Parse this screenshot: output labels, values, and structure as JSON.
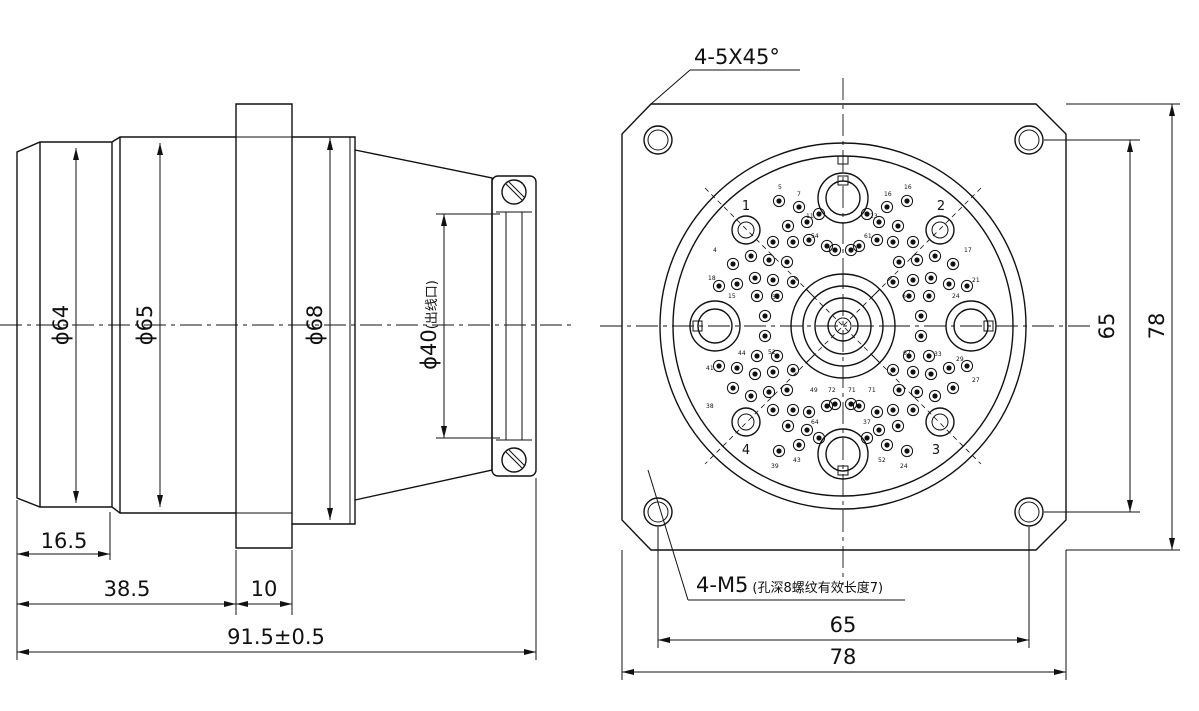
{
  "side_view": {
    "dia_64": "ϕ64",
    "dia_65": "ϕ65",
    "dia_68": "ϕ68",
    "dia_40": "ϕ40",
    "dia_40_note": "(出线口)",
    "len_16_5": "16.5",
    "len_38_5": "38.5",
    "len_10": "10",
    "len_total": "91.5±0.5"
  },
  "front_view": {
    "chamfer": "4-5X45°",
    "thread_main": "4-M5",
    "thread_note": "(孔深8螺纹有效长度7)",
    "width_inner": "65",
    "width_outer": "78",
    "height_inner": "65",
    "height_outer": "78",
    "quadrant_labels": [
      "1",
      "2",
      "3",
      "4"
    ],
    "pin_labels": [
      "5",
      "7",
      "11",
      "16",
      "16",
      "23",
      "54",
      "61",
      "4",
      "17",
      "18",
      "15",
      "55",
      "64",
      "21",
      "24",
      "52",
      "41",
      "44",
      "67",
      "33",
      "29",
      "27",
      "38",
      "49",
      "72",
      "71",
      "71",
      "64",
      "37",
      "39",
      "43",
      "52",
      "24"
    ]
  }
}
